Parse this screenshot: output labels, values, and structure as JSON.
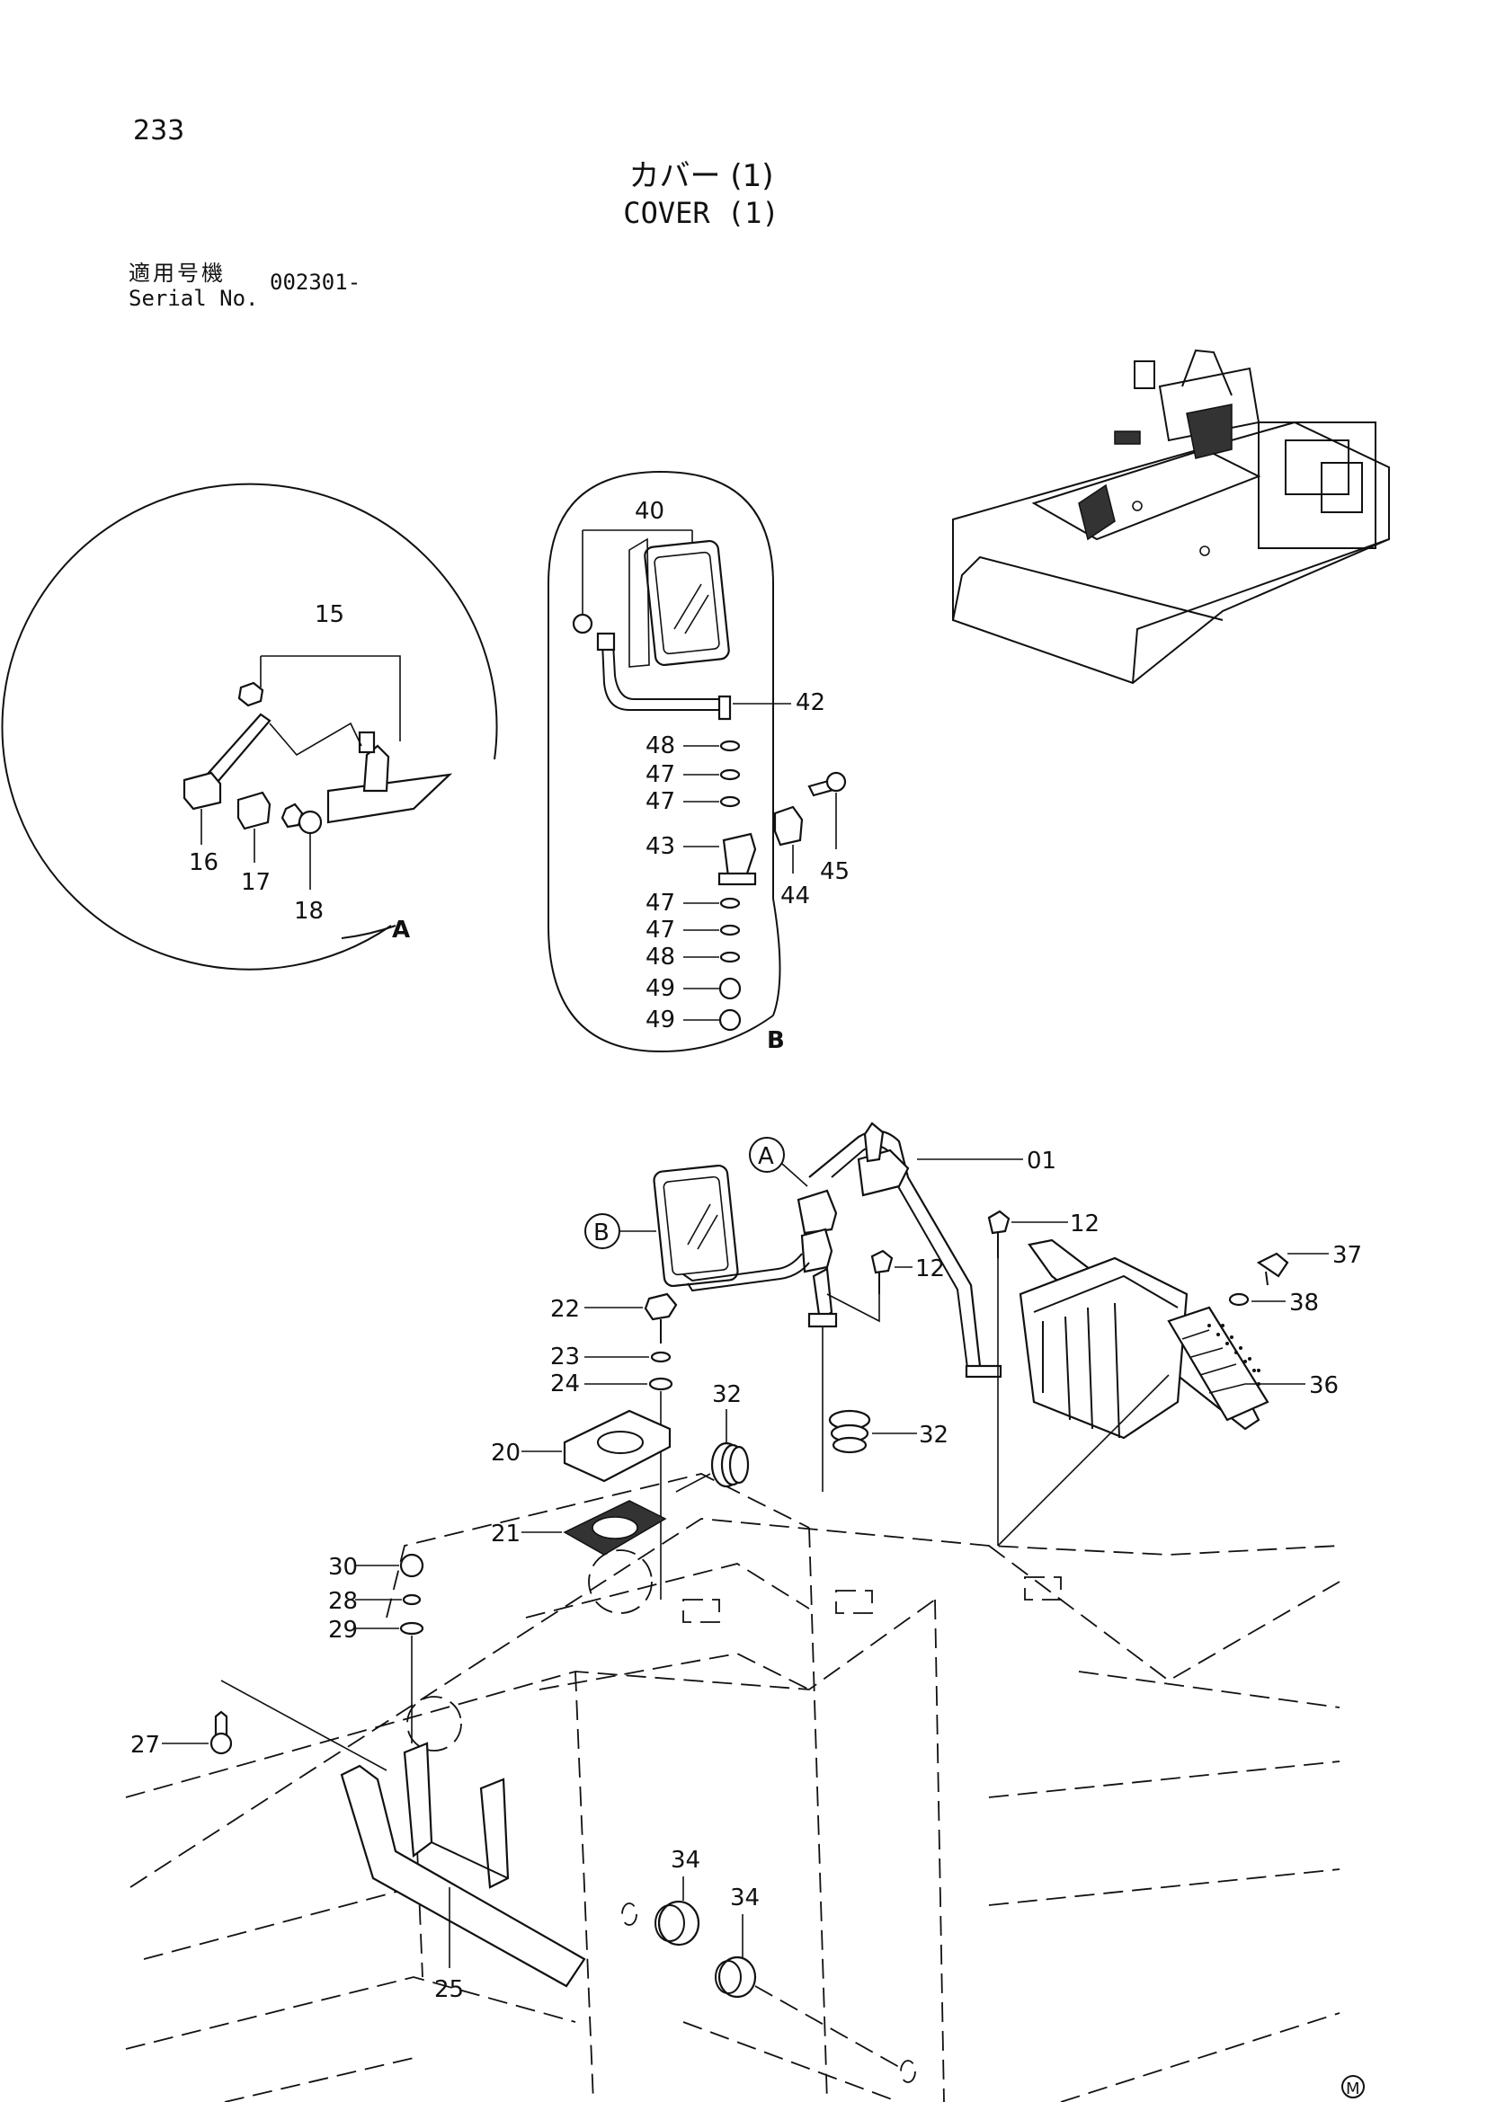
{
  "header": {
    "page_number": "233",
    "title_jp": "カバー (1)",
    "title_en": "COVER (1)",
    "serial_label_jp": "適用号機",
    "serial_label_en": "Serial No.",
    "serial_value": "002301-"
  },
  "callouts": {
    "detail_a": "A",
    "detail_b": "B",
    "p01": "01",
    "p12a": "12",
    "p12b": "12",
    "p15": "15",
    "p16": "16",
    "p17": "17",
    "p18": "18",
    "p20": "20",
    "p21": "21",
    "p22": "22",
    "p23": "23",
    "p24": "24",
    "p25": "25",
    "p27": "27",
    "p28": "28",
    "p29": "29",
    "p30": "30",
    "p32a": "32",
    "p32b": "32",
    "p34a": "34",
    "p34b": "34",
    "p36": "36",
    "p37": "37",
    "p38": "38",
    "p40": "40",
    "p42": "42",
    "p43": "43",
    "p44": "44",
    "p45": "45",
    "p47a": "47",
    "p47b": "47",
    "p47c": "47",
    "p47d": "47",
    "p48a": "48",
    "p48b": "48",
    "p49a": "49",
    "p49b": "49"
  },
  "footer": {
    "mark": "M"
  }
}
